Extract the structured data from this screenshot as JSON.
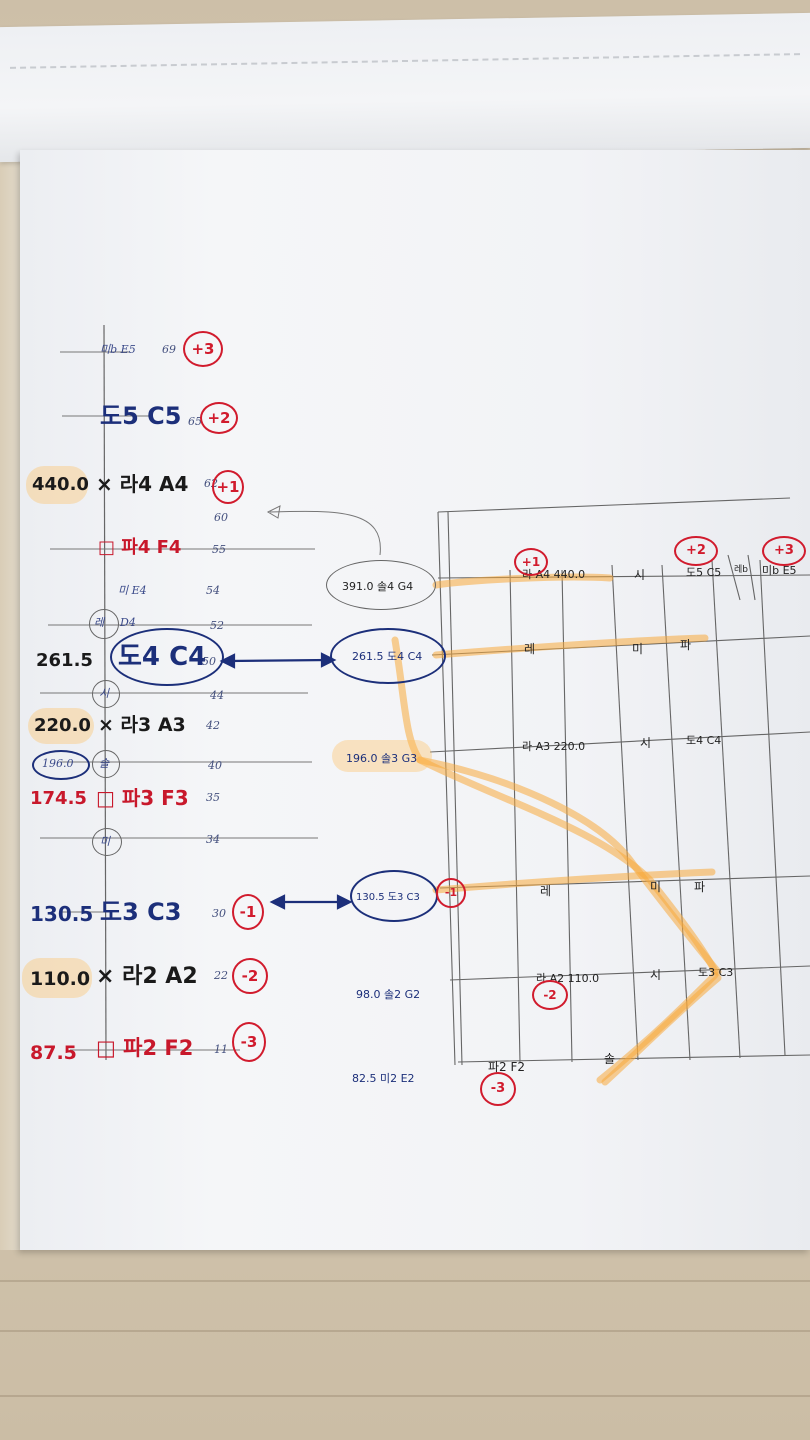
{
  "scene": {
    "left_notes": [
      {
        "id": "e5",
        "label": "미b E5",
        "num": "69",
        "badge": "+3"
      },
      {
        "id": "c5",
        "label": "도5 C5",
        "num": "65",
        "badge": "+2"
      },
      {
        "id": "a4",
        "freq": "440.0",
        "label": "× 라4 A4",
        "num": "62",
        "badge": "+1"
      },
      {
        "id": "n60",
        "num": "60"
      },
      {
        "id": "f4",
        "label": "□ 파4 F4",
        "num": "55"
      },
      {
        "id": "e4",
        "label": "미 E4",
        "num": "54"
      },
      {
        "id": "d4",
        "circ": "레",
        "label": "D4",
        "num": "52"
      },
      {
        "id": "c4",
        "freq": "261.5",
        "label": "도4 C4",
        "num": "50"
      },
      {
        "id": "b3",
        "circ": "시",
        "num": "44"
      },
      {
        "id": "a3",
        "freq": "220.0",
        "label": "× 라3 A3",
        "num": "42"
      },
      {
        "id": "g3",
        "freq": "196.0",
        "circ": "솔",
        "num": "40"
      },
      {
        "id": "f3",
        "freq": "174.5",
        "label": "□ 파3 F3",
        "num": "35"
      },
      {
        "id": "e3",
        "circ": "미",
        "num": "34"
      },
      {
        "id": "c3",
        "freq": "130.5",
        "label": "도3 C3",
        "num": "30",
        "badge": "-1"
      },
      {
        "id": "a2",
        "freq": "110.0",
        "label": "× 라2 A2",
        "num": "22",
        "badge": "-2"
      },
      {
        "id": "f2",
        "freq": "87.5",
        "label": "□ 파2 F2",
        "num": "11",
        "badge": "-3"
      }
    ],
    "right_rows": [
      {
        "id": "r1",
        "label": "391.0 솔4 G4",
        "cells": [
          "라 A4 440.0",
          "시",
          "도5 C5",
          "레b",
          "미b E5"
        ],
        "badges": [
          "+1",
          "+2",
          "+3"
        ]
      },
      {
        "id": "r2",
        "label": "261.5 도4 C4",
        "cells": [
          "레",
          "미",
          "파"
        ]
      },
      {
        "id": "r3",
        "label": "196.0 솔3 G3",
        "cells": [
          "라 A3 220.0",
          "시",
          "도4 C4"
        ]
      },
      {
        "id": "r4",
        "label": "130.5 도3 C3",
        "cells": [
          "레",
          "미",
          "파"
        ],
        "badge": "-1"
      },
      {
        "id": "r5",
        "label": "98.0 솔2 G2",
        "cells": [
          "라 A2 110.0",
          "시",
          "도3 C3"
        ],
        "badge": "-2"
      },
      {
        "id": "r6",
        "label": "82.5 미2 E2",
        "cells": [
          "파2 F2",
          "솔"
        ],
        "badge": "-3"
      }
    ]
  }
}
